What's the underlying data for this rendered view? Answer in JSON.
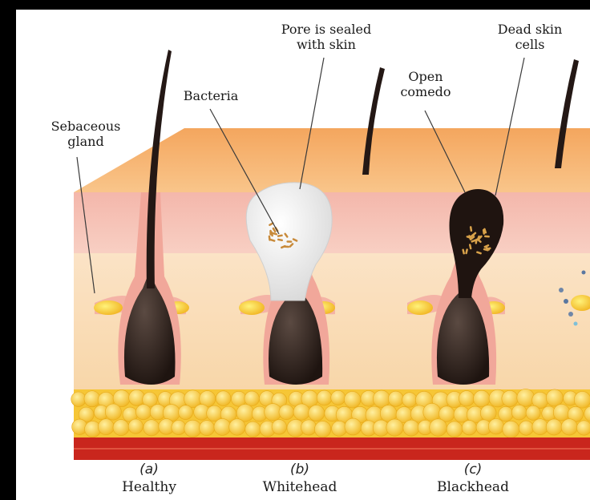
{
  "labels": {
    "sebaceous_gland": "Sebaceous\ngland",
    "bacteria": "Bacteria",
    "pore_sealed": "Pore is sealed\nwith skin",
    "open_comedo": "Open\ncomedo",
    "dead_skin_cells": "Dead skin\ncells"
  },
  "panels": [
    {
      "letter": "(a)",
      "name": "Healthy"
    },
    {
      "letter": "(b)",
      "name": "Whitehead"
    },
    {
      "letter": "(c)",
      "name": "Blackhead"
    }
  ],
  "colors": {
    "skin_top": "#f7b46b",
    "epidermis": "#f6c6bd",
    "dermis": "#fbe2c0",
    "fat": "#f7c73a",
    "muscle": "#c8281e",
    "hair": "#2a1d18",
    "sebum": "#f5c430",
    "whitehead": "#f2f2f2"
  }
}
